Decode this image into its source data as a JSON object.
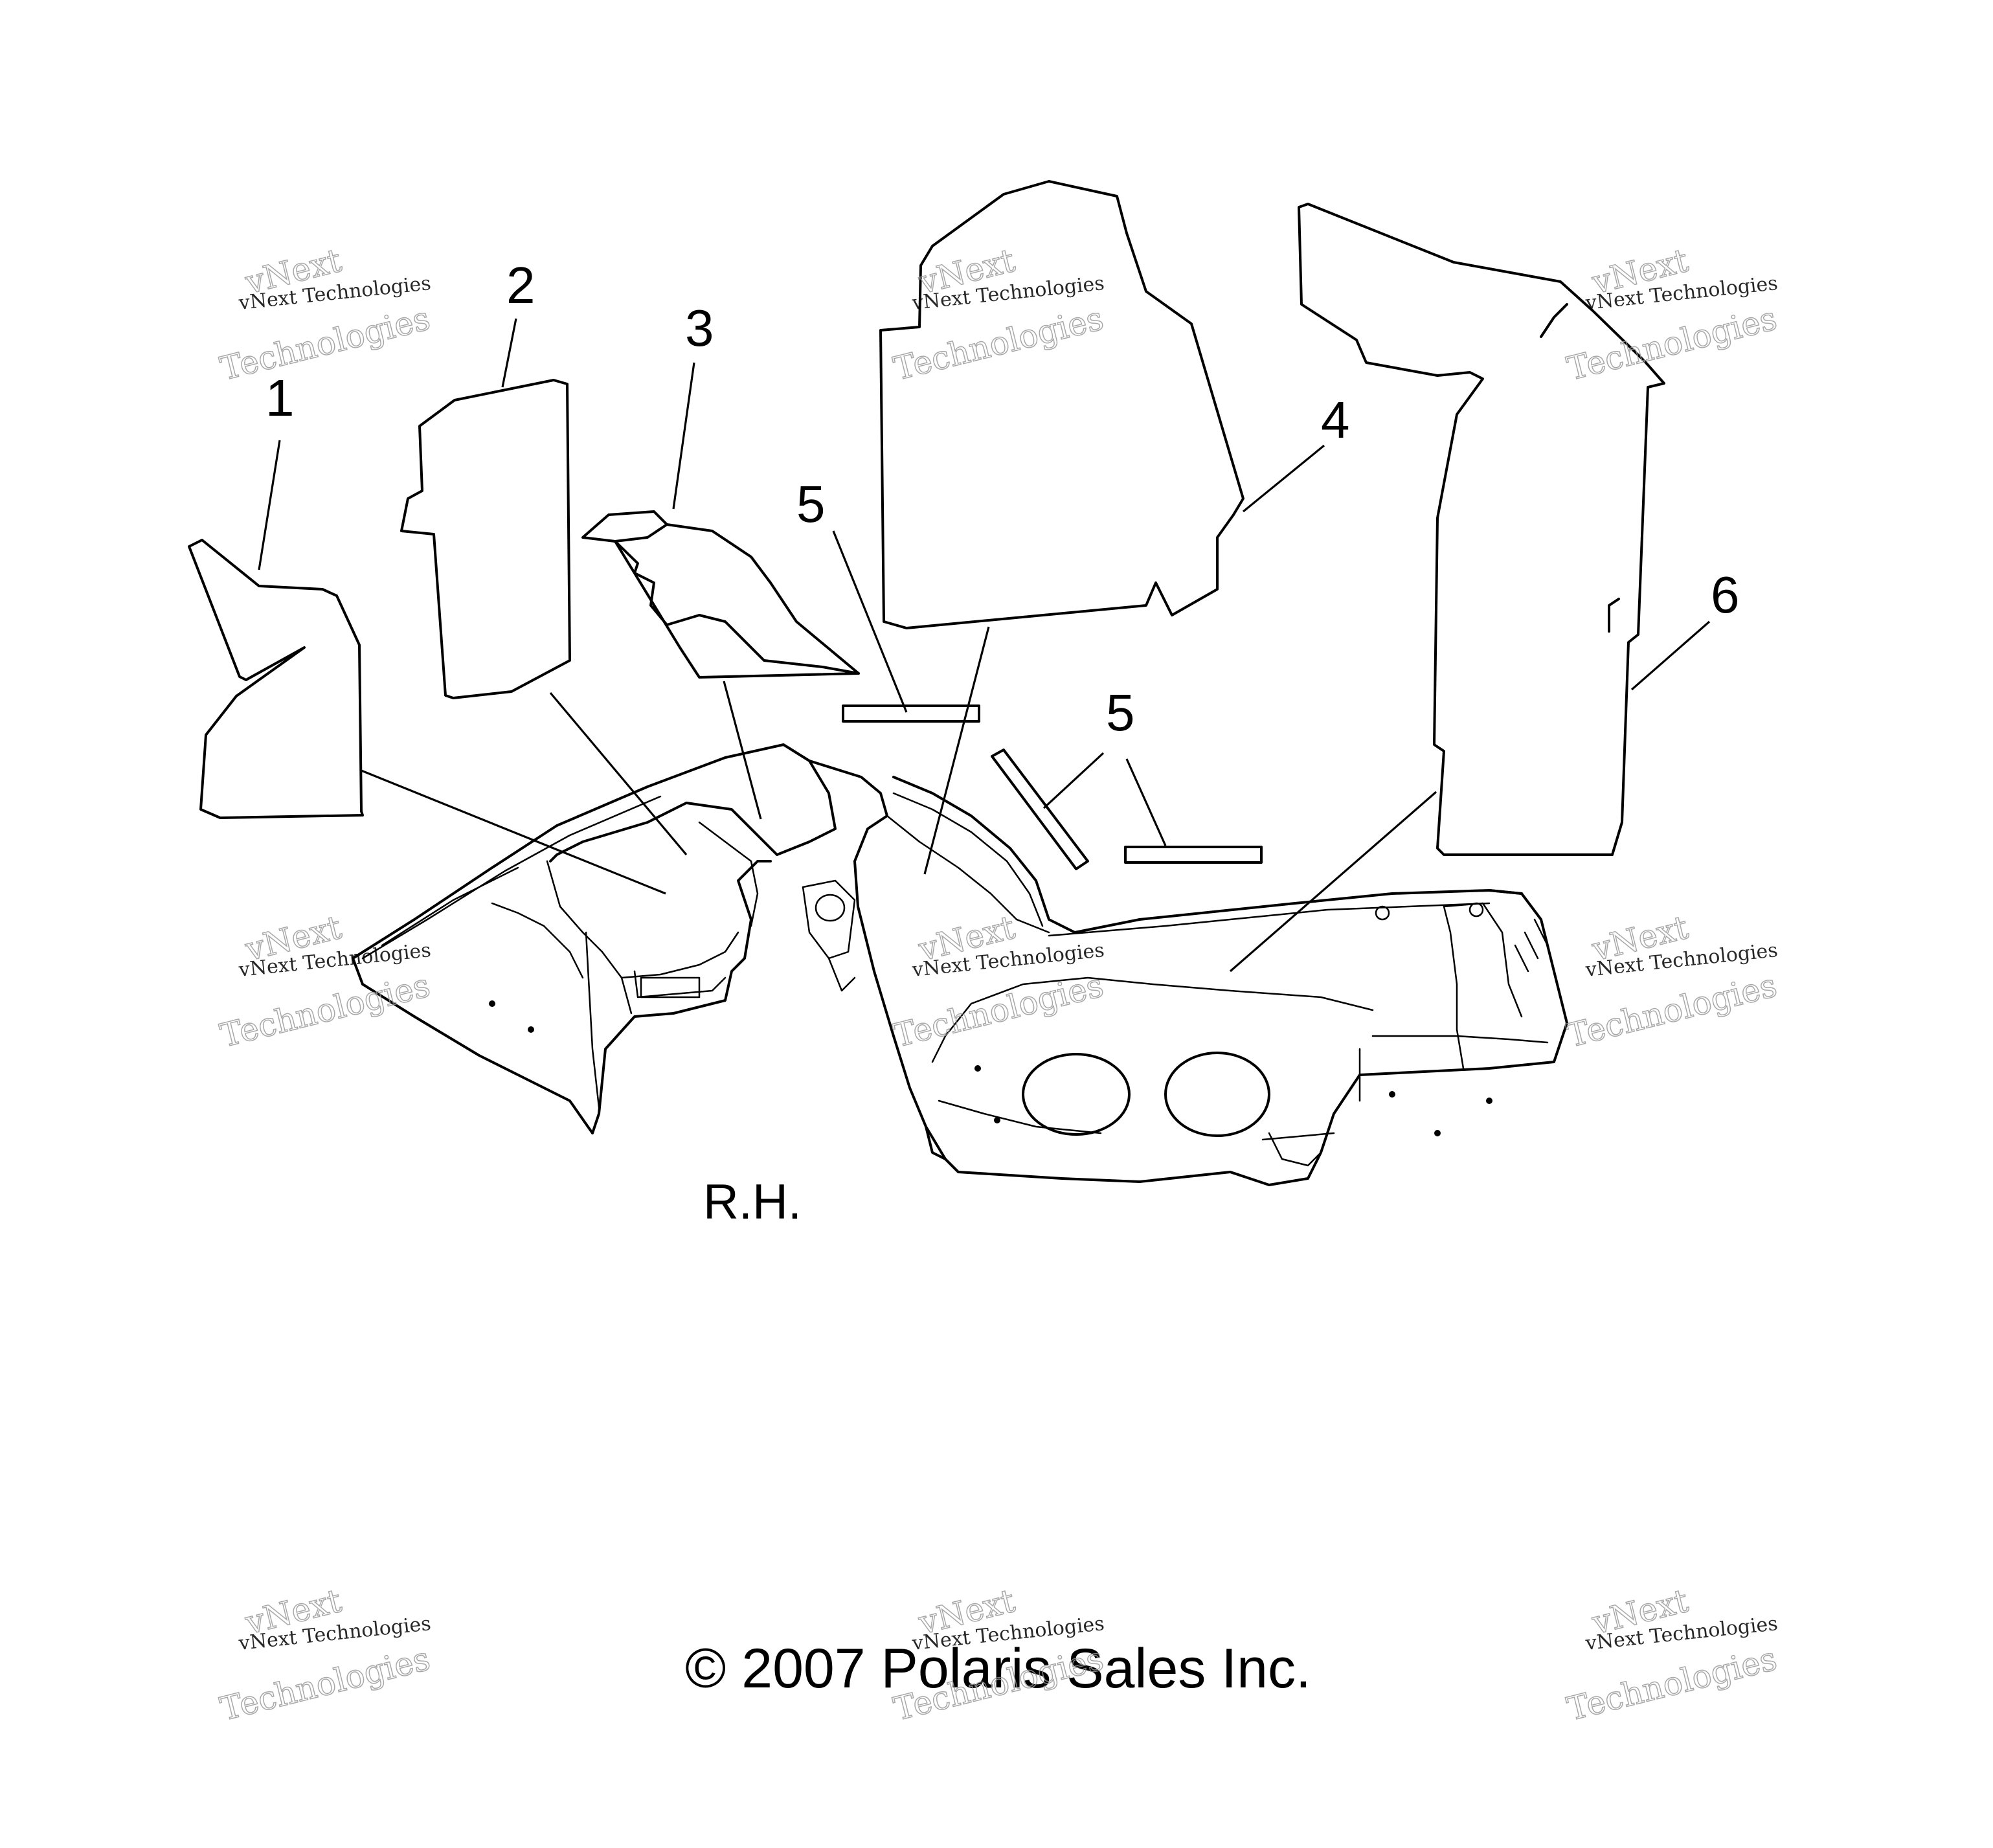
{
  "callouts": {
    "c1": "1",
    "c2": "2",
    "c3": "3",
    "c4": "4",
    "c5a": "5",
    "c5b": "5",
    "c6": "6"
  },
  "side_label": "R.H.",
  "copyright": "© 2007 Polaris Sales Inc.",
  "watermark": {
    "line1": "vNext Technologies",
    "line2": "vNext",
    "line3": "Technologies"
  }
}
